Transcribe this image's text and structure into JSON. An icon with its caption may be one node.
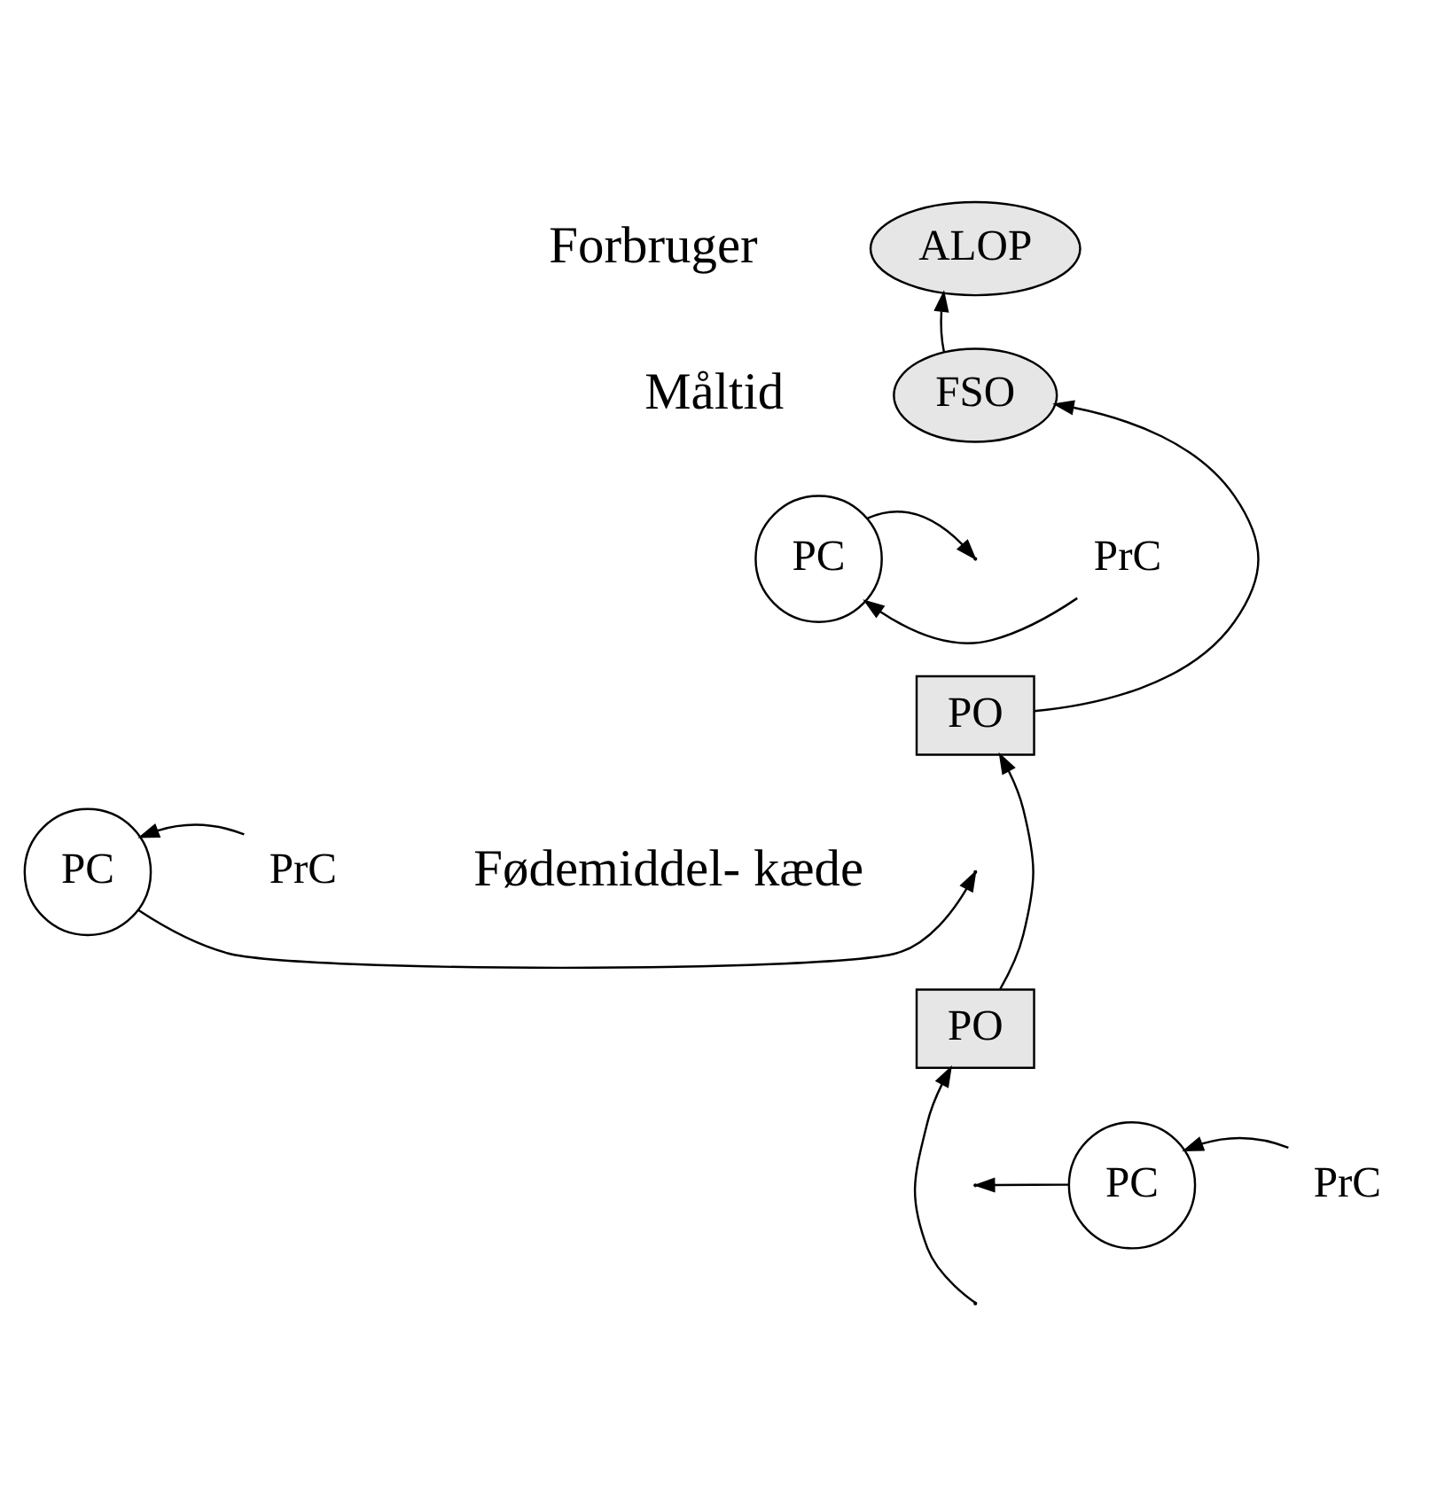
{
  "diagram": {
    "nodes": [
      {
        "text": [
          "ALOP"
        ]
      },
      {
        "text": [
          "FSO"
        ]
      },
      {
        "text": [
          "PC"
        ]
      },
      {
        "text": [
          "PrC"
        ]
      },
      {
        "text": [
          "PO"
        ]
      },
      {
        "text": [
          "PC"
        ]
      },
      {
        "text": [
          "PrC"
        ]
      },
      {
        "text": [
          "PO"
        ]
      },
      {
        "text": [
          "PC"
        ]
      },
      {
        "text": [
          "PrC"
        ]
      }
    ],
    "edges": [
      {
        "from": 1,
        "to": 0,
        "arrow": "to"
      },
      {
        "from": 2,
        "to": null,
        "arrow": "to"
      },
      {
        "from": 3,
        "to": 2,
        "arrow": "to"
      },
      {
        "from": 4,
        "to": 1,
        "arrow": "to"
      },
      {
        "from": 5,
        "to": null,
        "arrow": "to"
      },
      {
        "from": 6,
        "to": 5,
        "arrow": "to"
      },
      {
        "from": 7,
        "to": 4,
        "arrow": "to"
      },
      {
        "from": 8,
        "to": null,
        "arrow": "to"
      },
      {
        "from": 9,
        "to": 8,
        "arrow": "to"
      },
      {
        "from": null,
        "to": 7,
        "arrow": "to"
      }
    ],
    "labels": [
      "Forbruger",
      "Måltid",
      "Fødemiddel- kæde"
    ]
  }
}
